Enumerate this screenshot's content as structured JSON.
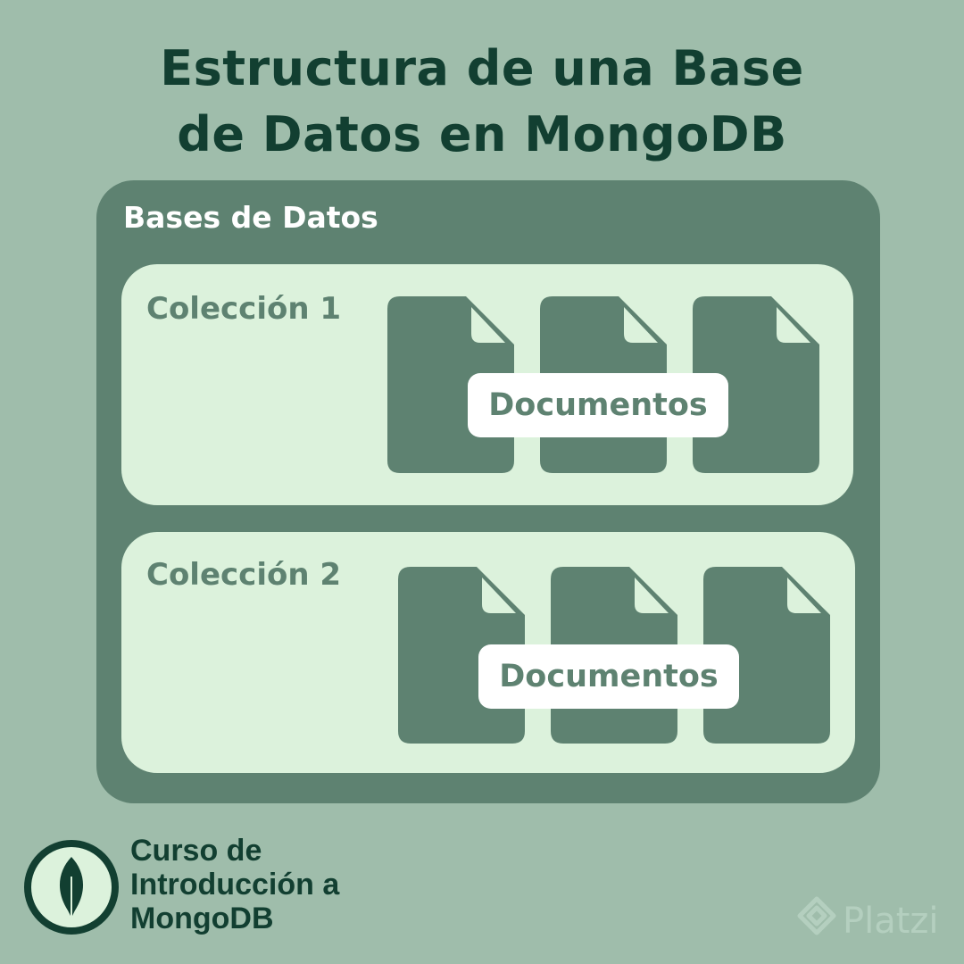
{
  "title": {
    "line1": "Estructura de una Base",
    "line2": "de Datos en MongoDB"
  },
  "database": {
    "label": "Bases de Datos"
  },
  "collections": [
    {
      "label": "Colección 1",
      "documents_label": "Documentos"
    },
    {
      "label": "Colección 2",
      "documents_label": "Documentos"
    }
  ],
  "course": {
    "line1": "Curso de",
    "line2": "Introducción a",
    "line3": "MongoDB",
    "logo_icon": "mongodb-leaf-icon"
  },
  "brand": {
    "name": "Platzi",
    "icon": "platzi-icon"
  },
  "colors": {
    "background": "#9fbdab",
    "database_box": "#5e8271",
    "collection_box": "#dcf2dc",
    "title_text": "#123f31",
    "document_fold": "#dcf2dc"
  }
}
